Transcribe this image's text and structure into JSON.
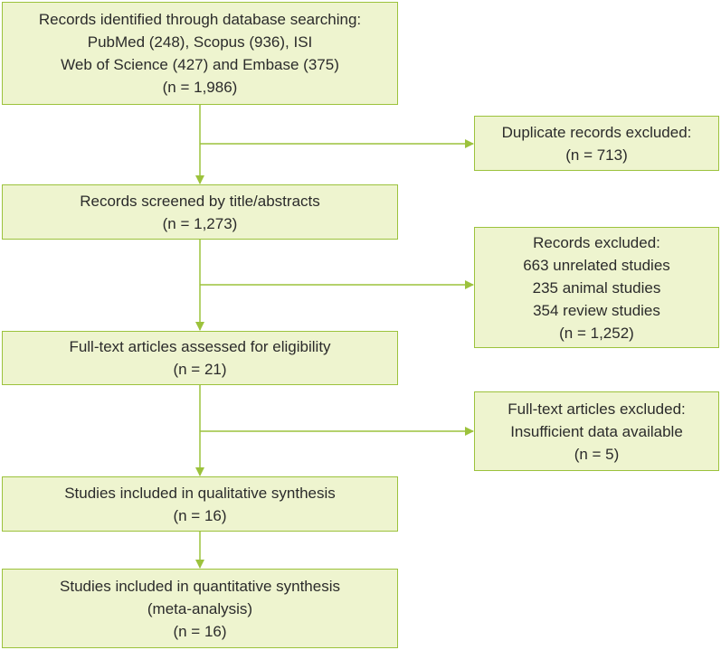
{
  "flow": {
    "identified": {
      "lines": [
        "Records identified through database searching:",
        "PubMed (248), Scopus (936), ISI",
        "Web of Science (427) and Embase (375)",
        "(n = 1,986)"
      ]
    },
    "duplicates": {
      "lines": [
        "Duplicate records excluded:",
        "(n = 713)"
      ]
    },
    "screened": {
      "lines": [
        "Records screened by title/abstracts",
        "(n = 1,273)"
      ]
    },
    "excluded": {
      "lines": [
        "Records excluded:",
        "663 unrelated studies",
        "235 animal studies",
        "354 review studies",
        "(n = 1,252)"
      ]
    },
    "fulltext": {
      "lines": [
        "Full-text articles assessed for eligibility",
        "(n = 21)"
      ]
    },
    "fulltext_excluded": {
      "lines": [
        "Full-text articles excluded:",
        "Insufficient data available",
        "(n = 5)"
      ]
    },
    "qualitative": {
      "lines": [
        "Studies included in qualitative synthesis",
        "(n = 16)"
      ]
    },
    "quantitative": {
      "lines": [
        "Studies included in quantitative synthesis",
        "(meta-analysis)",
        "(n = 16)"
      ]
    }
  },
  "colors": {
    "box_fill": "#eef4cf",
    "border": "#9cc23c",
    "arrow": "#9cc23c",
    "text": "#2b2b2b"
  }
}
